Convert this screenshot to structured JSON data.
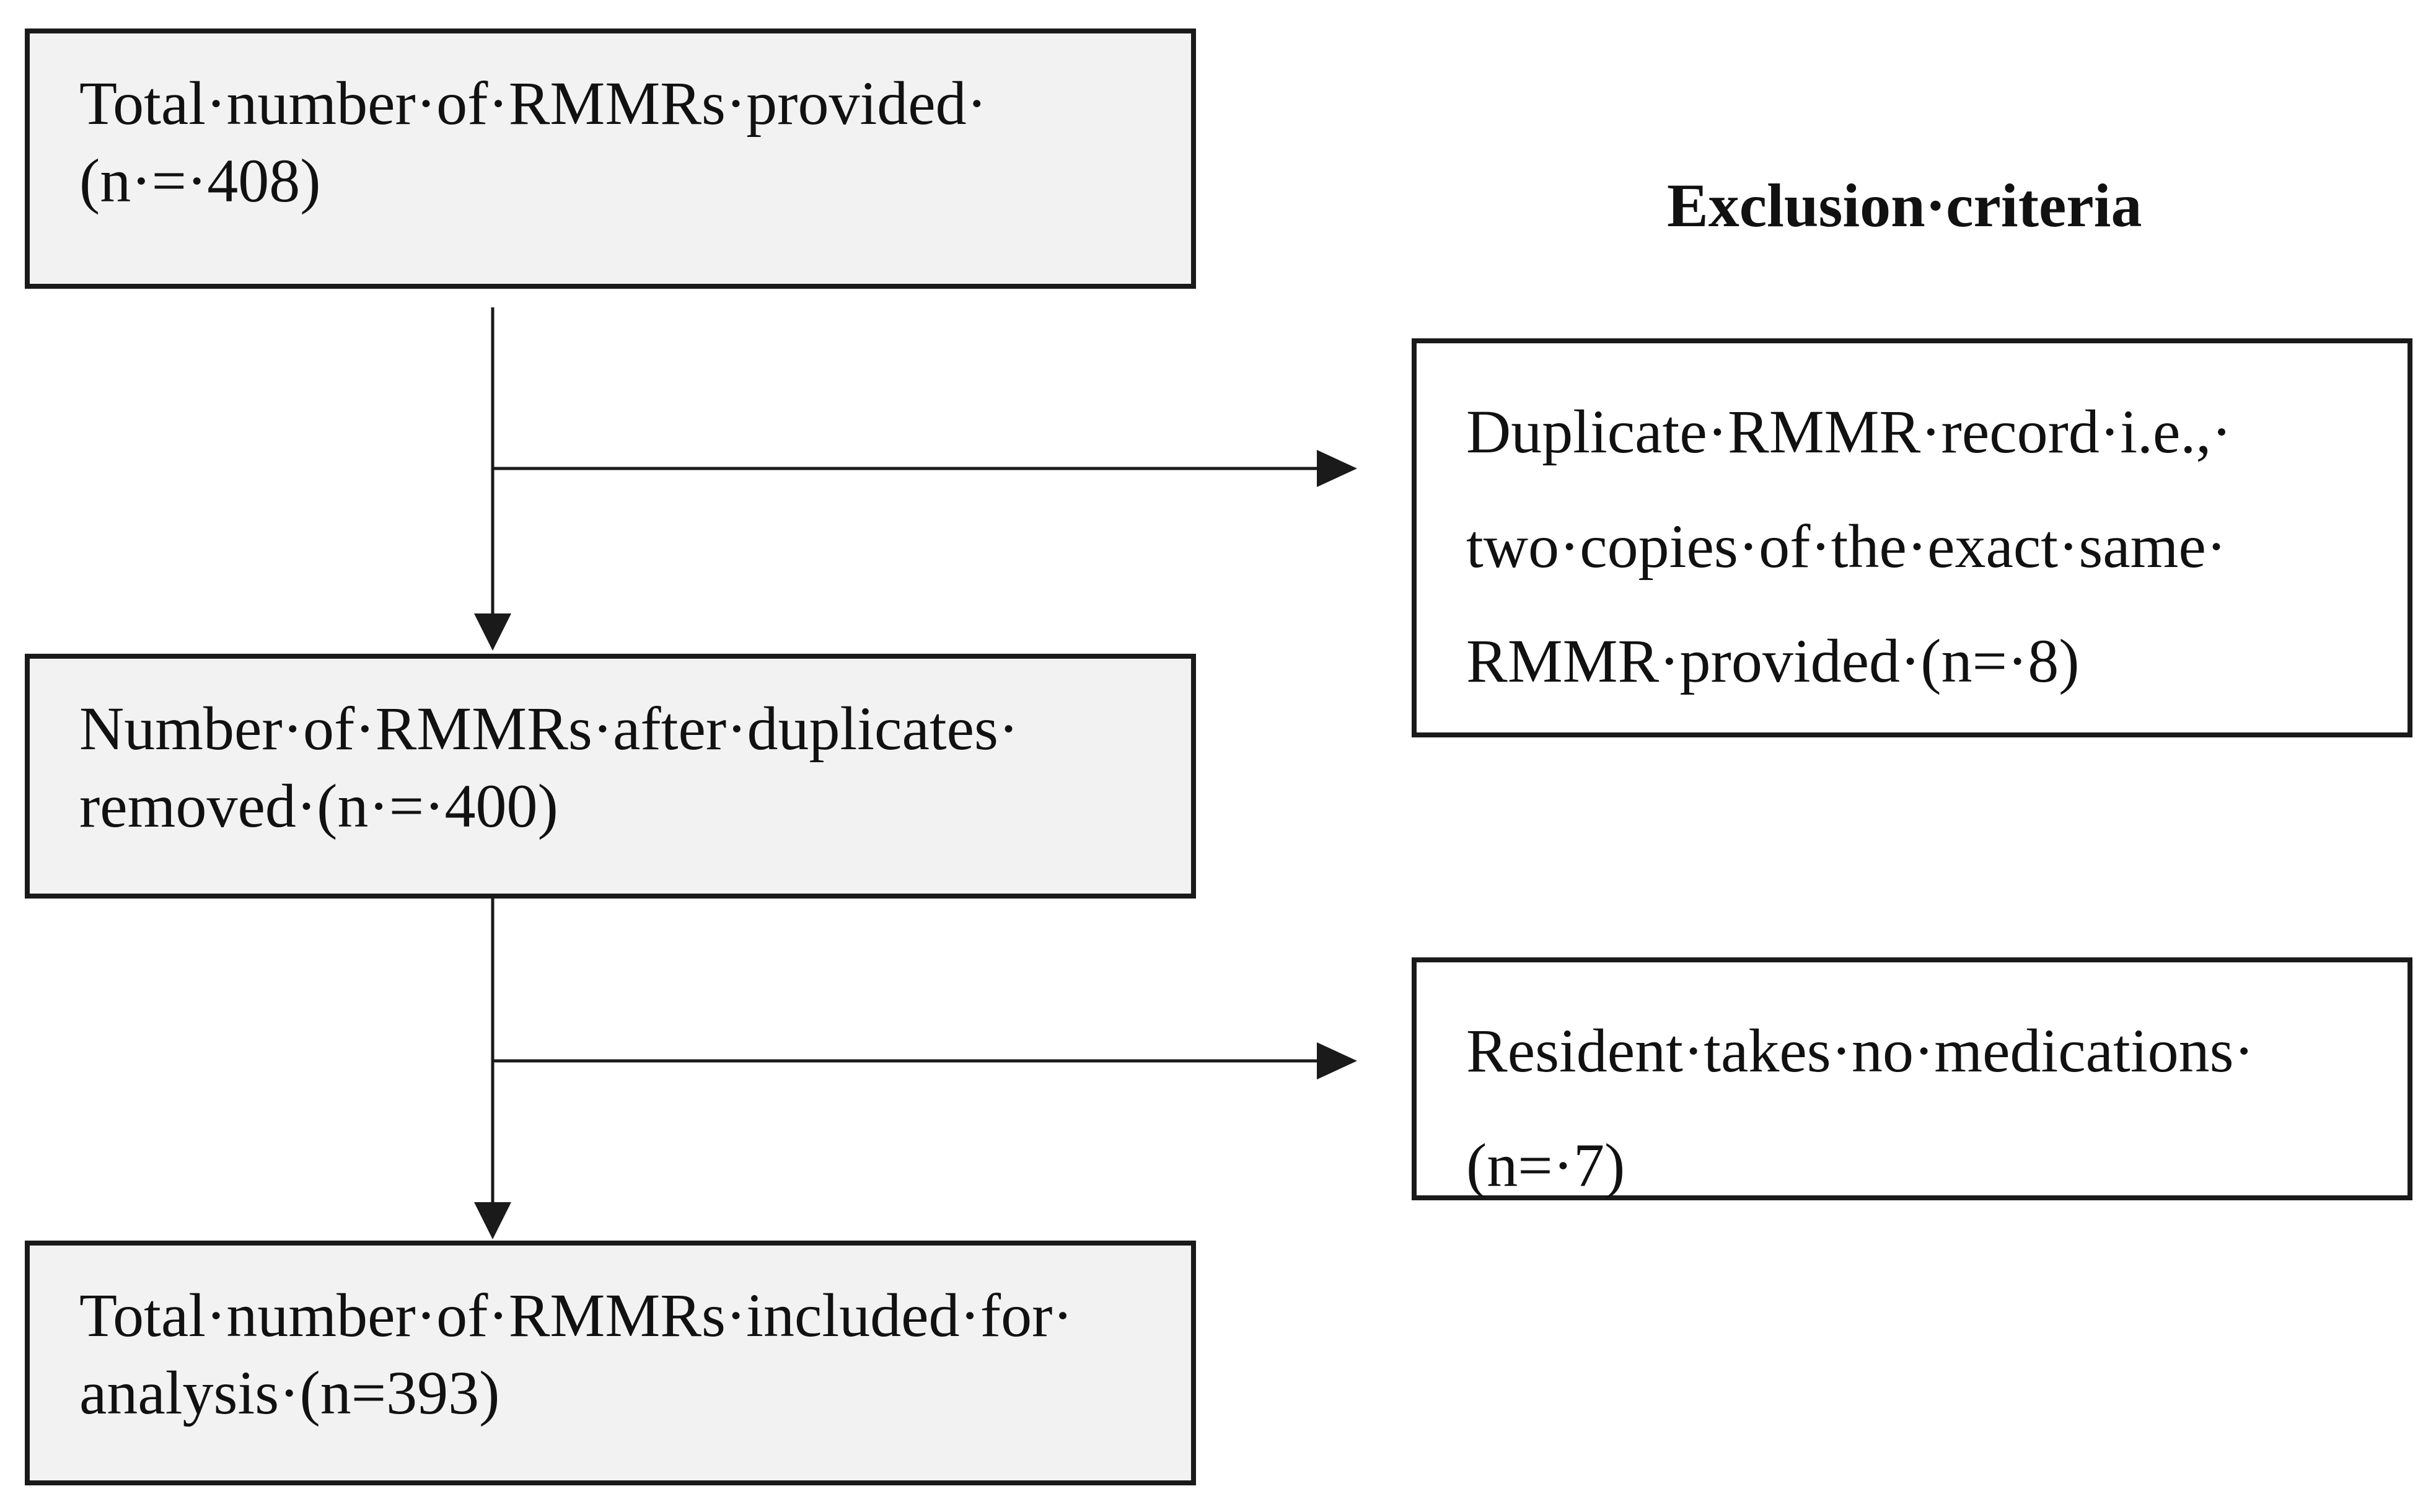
{
  "flowchart": {
    "heading": "Exclusion·criteria",
    "steps": [
      {
        "text": "Total·number·of·RMMRs·provided·\n(n·=·408)"
      },
      {
        "text": "Number·of·RMMRs·after·duplicates·\nremoved·(n·=·400)"
      },
      {
        "text": "Total·number·of·RMMRs·included·for·\nanalysis·(n=393)"
      }
    ],
    "exclusions": [
      {
        "text": "Duplicate·RMMR·record·i.e.,·\ntwo·copies·of·the·exact·same·\nRMMR·provided·(n=·8)"
      },
      {
        "text": "Resident·takes·no·medications·\n(n=·7)"
      }
    ]
  },
  "colors": {
    "box_fill": "#f2f2f2",
    "border": "#1a1a1a",
    "background": "#ffffff"
  }
}
